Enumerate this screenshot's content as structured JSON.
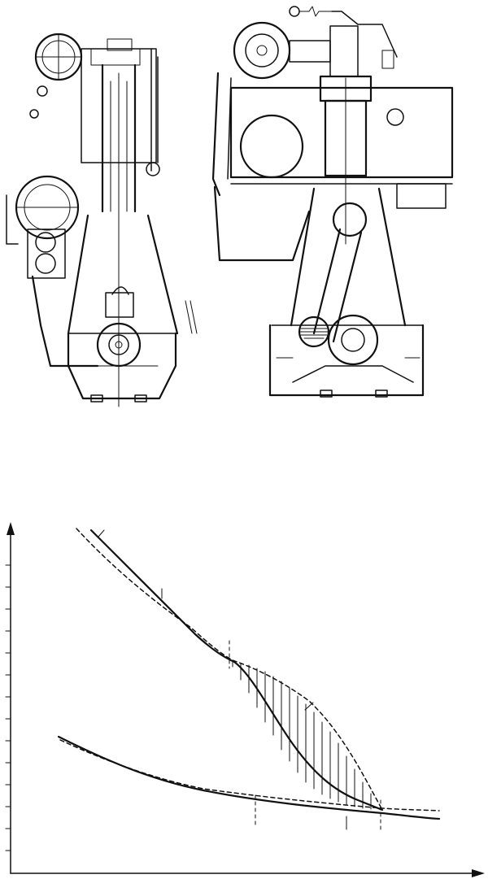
{
  "figure": {
    "colors": {
      "ink": "#111111",
      "paper": "#ffffff"
    },
    "upper_panel": {
      "subject": "engine-cross-section-drawings"
    },
    "lower_panel": {
      "subject": "line-plot-with-hatched-region"
    }
  },
  "chart_data": {
    "type": "line",
    "title": "",
    "xlabel": "",
    "ylabel": "",
    "grid": false,
    "y_ticks_count": 14,
    "series": [
      {
        "x": [
          0.1,
          0.2,
          0.3,
          0.4,
          0.5,
          0.6,
          0.7,
          0.8,
          0.9
        ],
        "y": [
          0.95,
          0.82,
          0.72,
          0.55,
          0.38,
          0.22,
          0.08,
          0.03,
          0.02
        ]
      },
      {
        "x": [
          0.1,
          0.2,
          0.3,
          0.4,
          0.5,
          0.6,
          0.7,
          0.8,
          0.9
        ],
        "y": [
          0.96,
          0.84,
          0.73,
          0.56,
          0.4,
          0.24,
          0.1,
          0.04,
          0.04
        ]
      },
      {
        "x": [
          0.1,
          0.2,
          0.3,
          0.4,
          0.5,
          0.6,
          0.7,
          0.8,
          0.9
        ],
        "y": [
          0.3,
          0.22,
          0.15,
          0.1,
          0.07,
          0.05,
          0.04,
          0.03,
          0.03
        ]
      },
      {
        "x": [
          0.1,
          0.2,
          0.3,
          0.4,
          0.5,
          0.6,
          0.7,
          0.8,
          0.9
        ],
        "y": [
          0.29,
          0.21,
          0.15,
          0.1,
          0.07,
          0.06,
          0.05,
          0.04,
          0.04
        ]
      }
    ]
  }
}
